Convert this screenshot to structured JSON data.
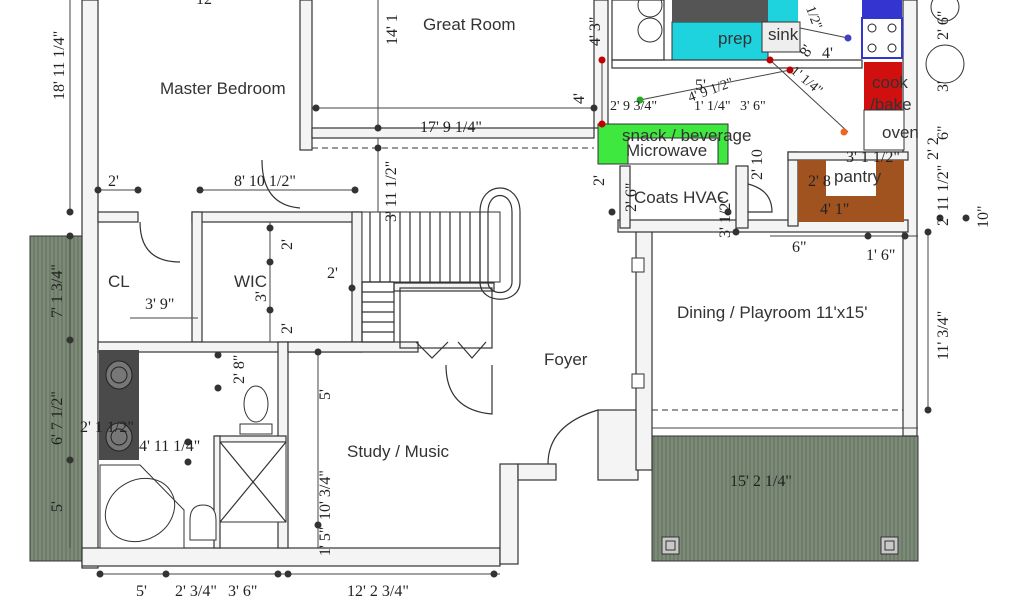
{
  "rooms": {
    "great_room": "Great Room",
    "master_bedroom": "Master Bedroom",
    "wic": "WIC",
    "cl": "CL",
    "foyer": "Foyer",
    "study_music": "Study / Music",
    "dining_playroom": "Dining / Playroom 11'x15'",
    "coats_hvac": "Coats HVAC",
    "pantry": "pantry",
    "snack_beverage": "snack / beverage",
    "microwave": "Microwave",
    "prep": "prep",
    "sink": "sink",
    "cook_bake_oven": [
      "cook",
      "/bake",
      "oven"
    ]
  },
  "dimensions": {
    "d_18_11_14": "18' 11 1/4\"",
    "d_14_1": "14' 1",
    "d_17_9_14": "17' 9 1/4\"",
    "d_3_11_12": "3' 11 1/2\"",
    "d_2_a": "2'",
    "d_8_10_12": "8' 10 1/2\"",
    "d_2_b": "2'",
    "d_2_c": "2'",
    "d_3_a": "3'",
    "d_2_d": "2'",
    "d_3_9": "3' 9\"",
    "d_7_1_34": "7' 1 3/4\"",
    "d_6_7_12": "6' 7 1/2\"",
    "d_5_left": "5'",
    "d_2_1_12": "2' 1 1/2\"",
    "d_4_11_14": "4' 11 1/4\"",
    "d_2_8": "2' 8\"",
    "d_5_study": "5'",
    "d_10_34": "10' 3/4\"",
    "d_1_5": "1' 5\"",
    "d_5_bottom": "5'",
    "d_2_34": "2' 3/4\"",
    "d_3_6_bottom": "3' 6\"",
    "d_12_2_34": "12' 2 3/4\"",
    "d_4_3": "4' 3\"",
    "d_5_kitchen": "5'",
    "d_4_red": "4'",
    "d_2_9_34": "2' 9 3/4\"",
    "d_1_14": "1' 1/4\"",
    "d_3_6_kitchen": "3' 6\"",
    "d_2_snack": "2'",
    "d_2_6": "2' 6\"",
    "d_2_10": "2' 10",
    "d_3_12": "3' 1/2\"",
    "d_2_8_pantry": "2' 8",
    "d_4_1": "4' 1\"",
    "d_3_1_12": "3' 1 1/2\"",
    "d_2_11_12": "2' 11 1/2\"",
    "d_10": "10\"",
    "d_6": "6\"",
    "d_1_6": "1' 6\"",
    "d_6_right": "6\"",
    "d_2_6_right": "2' 6\"",
    "d_3_right": "3'",
    "d_11_3_34": "11' 3/4\"",
    "d_15_2_14": "15' 2 1/4\"",
    "d_8_red": "8'",
    "d_4_red2": "4'",
    "d_12_blue": "1/2\"",
    "d_1_14_red": "1' 1/4\"",
    "d_4_9_12": "4' 9 1/2\"",
    "d_top_12": "12",
    "d_2_2": "2' 2"
  },
  "colors": {
    "cyan_counter": "#1fd3de",
    "green_counter": "#3ee83e",
    "red_cooktop": "#d10f0f",
    "brown_pantry": "#a0521f",
    "deck_green": "#7a8b75",
    "dark_appliance": "#555555",
    "blue_stove": "#3434d0",
    "dim_red": "#c00000",
    "dim_green": "#22aa22",
    "dim_blue": "#4040c0"
  }
}
